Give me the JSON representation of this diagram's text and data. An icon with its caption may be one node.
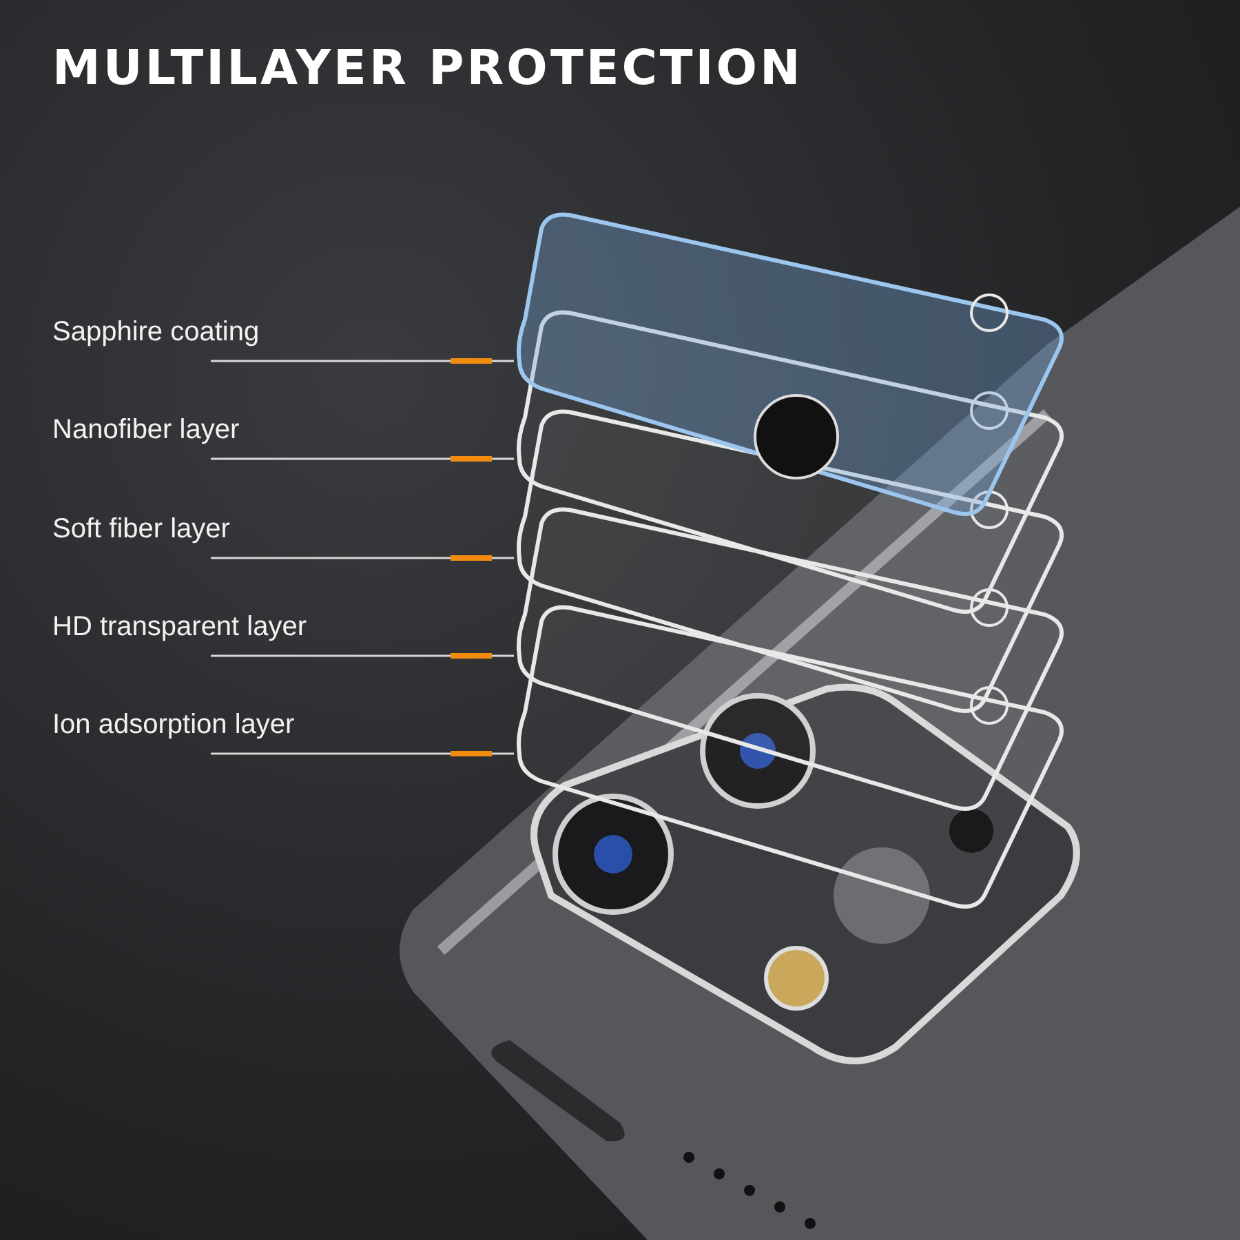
{
  "diagram": {
    "title": "MULTILAYER PROTECTION",
    "nodes": [
      {
        "text": [
          "Sapphire coating"
        ]
      },
      {
        "text": [
          "Nanofiber layer"
        ]
      },
      {
        "text": [
          "Soft fiber layer"
        ]
      },
      {
        "text": [
          "HD transparent layer"
        ]
      },
      {
        "text": [
          "Ion adsorption layer"
        ]
      },
      {
        "text": [],
        "shape": "picture"
      },
      {
        "text": [],
        "shape": "picture"
      },
      {
        "text": [],
        "shape": "picture"
      },
      {
        "text": [],
        "shape": "picture"
      },
      {
        "text": [],
        "shape": "picture"
      }
    ],
    "edges": [
      {
        "from": 0,
        "to": 5,
        "arrow": "none"
      },
      {
        "from": 1,
        "to": 6,
        "arrow": "none"
      },
      {
        "from": 2,
        "to": 7,
        "arrow": "none"
      },
      {
        "from": 3,
        "to": 8,
        "arrow": "none"
      },
      {
        "from": 4,
        "to": 9,
        "arrow": "none"
      }
    ]
  }
}
